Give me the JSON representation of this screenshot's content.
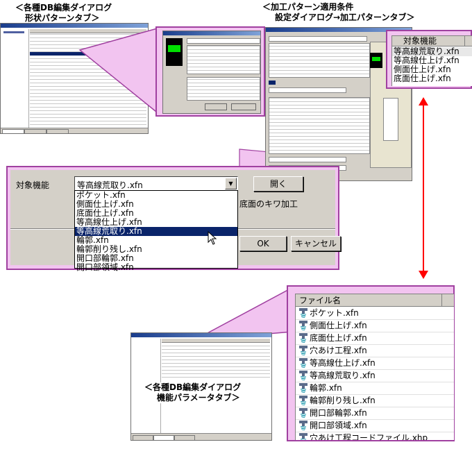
{
  "captions": {
    "shape_line1": "＜各種DB編集ダイアログ",
    "shape_line2": "形状パターンタブ＞",
    "apply_line1": "＜加工パターン適用条件",
    "apply_line2": "設定ダイアログ→加工パターンタブ＞",
    "func_line1": "＜各種DB編集ダイアログ",
    "func_line2": "機能パラメータタブ＞"
  },
  "target_zoom": {
    "header": "対象機能",
    "rows": [
      "等高線荒取り.xfn",
      "等高線仕上げ.xfn",
      "側面仕上げ.xfn",
      "底面仕上げ.xfn"
    ],
    "selected_index": 0
  },
  "main_dialog": {
    "label": "対象機能",
    "combo_value": "等高線荒取り.xfn",
    "open_button": "開く",
    "behind_text": "底面のキワ加工",
    "ok_button": "OK",
    "cancel_button": "キャンセル",
    "dropdown_items": [
      "ポケット.xfn",
      "側面仕上げ.xfn",
      "底面仕上げ.xfn",
      "等高線仕上げ.xfn",
      "等高線荒取り.xfn",
      "輪郭.xfn",
      "輪郭削り残し.xfn",
      "開口部輪郭.xfn",
      "開口部領域.xfn"
    ],
    "selected_index": 4
  },
  "file_list": {
    "header": "ファイル名",
    "items": [
      "ポケット.xfn",
      "側面仕上げ.xfn",
      "底面仕上げ.xfn",
      "穴あけ工程.xfn",
      "等高線仕上げ.xfn",
      "等高線荒取り.xfn",
      "輪郭.xfn",
      "輪郭削り残し.xfn",
      "開口部輪郭.xfn",
      "開口部領域.xfn",
      "穴あけ工程コードファイル.xhp"
    ]
  },
  "colors": {
    "callout_fill": "#f2c4f0",
    "callout_border": "#a040a0",
    "arrow": "#ff0000",
    "selection": "#0a246a"
  }
}
